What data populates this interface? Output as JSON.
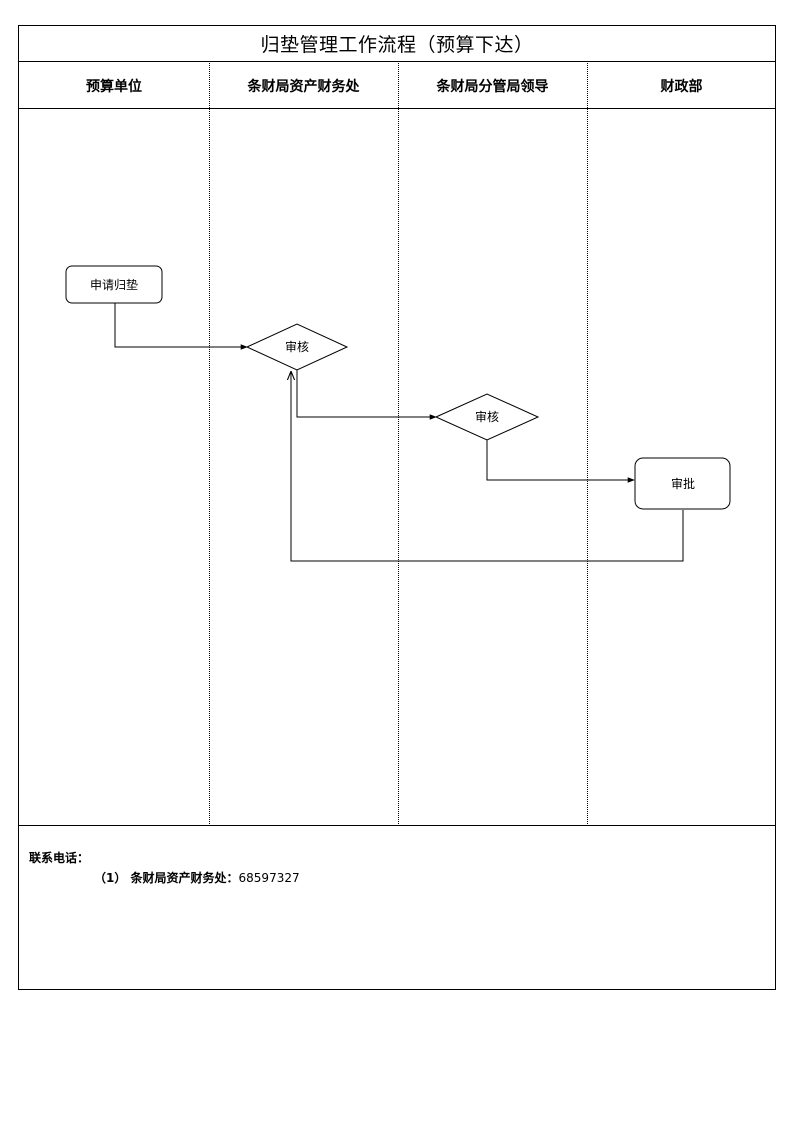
{
  "title": "归垫管理工作流程（预算下达）",
  "lanes": [
    {
      "label": "预算单位"
    },
    {
      "label": "条财局资产财务处"
    },
    {
      "label": "条财局分管局领导"
    },
    {
      "label": "财政部"
    }
  ],
  "nodes": {
    "apply": {
      "label": "申请归垫",
      "shape": "rounded-rect"
    },
    "review1": {
      "label": "审核",
      "shape": "diamond"
    },
    "review2": {
      "label": "审核",
      "shape": "diamond"
    },
    "approve": {
      "label": "审批",
      "shape": "rounded-rect"
    }
  },
  "edges": [
    {
      "from": "apply",
      "to": "review1"
    },
    {
      "from": "review1",
      "to": "review2"
    },
    {
      "from": "review2",
      "to": "approve"
    },
    {
      "from": "approve",
      "to": "review1"
    }
  ],
  "footer": {
    "contact_label": "联系电话：",
    "line1_prefix": "（1） 条财局资产财务处：",
    "line1_number": "68597327"
  }
}
